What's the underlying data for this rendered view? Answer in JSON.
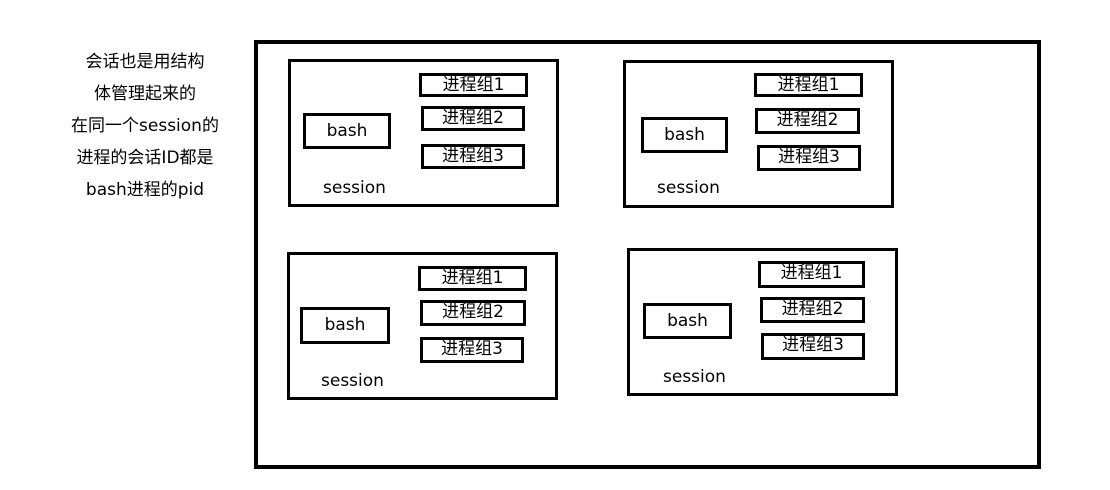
{
  "note": {
    "lines": [
      "会话也是用结构",
      "体管理起来的",
      "在同一个session的",
      "进程的会话ID都是",
      "bash进程的pid"
    ]
  },
  "sessions": [
    {
      "bash": "bash",
      "label": "session",
      "groups": [
        "进程组1",
        "进程组2",
        "进程组3"
      ]
    },
    {
      "bash": "bash",
      "label": "session",
      "groups": [
        "进程组1",
        "进程组2",
        "进程组3"
      ]
    },
    {
      "bash": "bash",
      "label": "session",
      "groups": [
        "进程组1",
        "进程组2",
        "进程组3"
      ]
    },
    {
      "bash": "bash",
      "label": "session",
      "groups": [
        "进程组1",
        "进程组2",
        "进程组3"
      ]
    }
  ]
}
